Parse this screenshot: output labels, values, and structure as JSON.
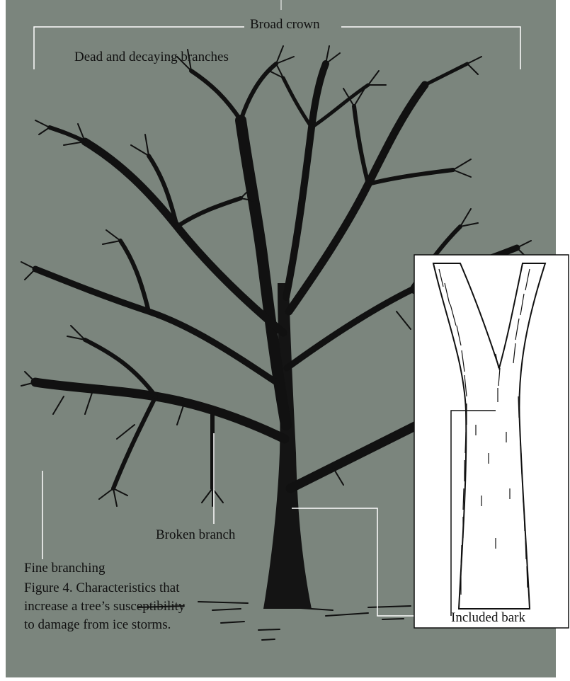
{
  "colors": {
    "background": "#7b857d",
    "ink": "#111111",
    "leader_line": "#ffffff",
    "inset_background": "#ffffff"
  },
  "labels": {
    "broad_crown": "Broad crown",
    "dead_branches": "Dead and decaying branches",
    "fine_branching": "Fine branching",
    "broken_branch": "Broken branch",
    "included_bark": "Included bark"
  },
  "caption": {
    "line1": "Figure 4. Characteristics that",
    "line2": "increase a tree’s susceptibility",
    "line3": "to damage from ice storms."
  }
}
